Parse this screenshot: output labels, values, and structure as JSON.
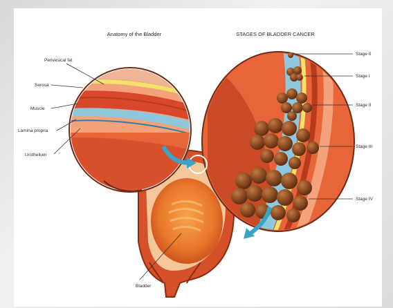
{
  "titles": {
    "anatomy": "Anatomy of the Bladder",
    "stages": "STAGES OF BLADDER CANCER"
  },
  "anatomy_labels": {
    "perivesical_fat": "Perivesical fat",
    "serosa": "Serosa",
    "muscle": "Muscle",
    "lamina_propria": "Lamina propria",
    "urothelium": "Urothelium",
    "bladder": "Bladder"
  },
  "stage_labels": [
    "Stage 0",
    "Stage I",
    "Stage II",
    "Stage III",
    "Stage IV"
  ],
  "colors": {
    "tissue_outer": "#e8653a",
    "tissue_dark": "#b83a1c",
    "fat": "#f2e26a",
    "lamina": "#8fc7dc",
    "tumor": "#8a4a22",
    "arrow": "#3aa3c7"
  }
}
